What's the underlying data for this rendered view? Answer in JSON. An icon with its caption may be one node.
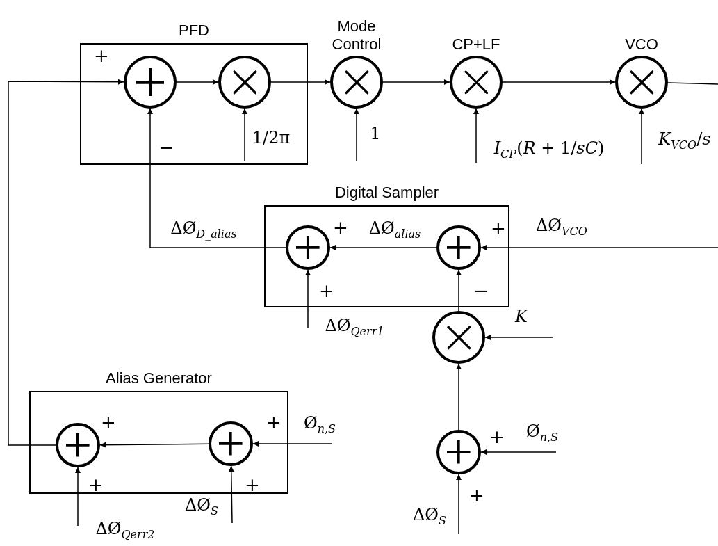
{
  "diagram": {
    "nodes": [
      {
        "text": [
          "PFD"
        ]
      },
      {
        "text": [],
        "shape": "circle",
        "in": 0,
        "beside": [
          "+",
          "−"
        ]
      },
      {
        "text": [],
        "shape": "circle",
        "in": 0
      },
      {
        "text": [
          "Mode Control"
        ]
      },
      {
        "text": [
          "CP+LF"
        ]
      },
      {
        "text": [
          "VCO"
        ]
      },
      {
        "text": [
          "Digital Sampler"
        ]
      },
      {
        "text": [],
        "shape": "circle",
        "in": 6,
        "beside": [
          "+",
          "+"
        ]
      },
      {
        "text": [],
        "shape": "circle",
        "in": 6,
        "beside": [
          "+",
          "−"
        ]
      },
      {
        "text": [],
        "shape": "circle"
      },
      {
        "text": [
          "Alias Generator"
        ]
      },
      {
        "text": [],
        "shape": "circle",
        "in": 10,
        "beside": [
          "+",
          "+"
        ]
      },
      {
        "text": [],
        "shape": "circle",
        "in": 10,
        "beside": [
          "+",
          "+"
        ]
      },
      {
        "text": [],
        "shape": "circle",
        "beside": [
          "+",
          "+"
        ]
      }
    ],
    "edges": [
      {
        "from": 11,
        "to": 1,
        "arrow": "to"
      },
      {
        "from": 1,
        "to": 2,
        "arrow": "to"
      },
      {
        "from": 2,
        "to": 3,
        "arrow": "to"
      },
      {
        "from": 3,
        "to": 4,
        "arrow": "to"
      },
      {
        "from": 4,
        "to": 5,
        "arrow": "to"
      },
      {
        "from": null,
        "to": 2,
        "arrow": "to",
        "label": "1/2π"
      },
      {
        "from": null,
        "to": 3,
        "arrow": "to",
        "label": "1"
      },
      {
        "from": null,
        "to": 4,
        "arrow": "to",
        "label": "*I*$_{CP}$(*R* + 1/*sC*)"
      },
      {
        "from": null,
        "to": 5,
        "arrow": "to",
        "label": "*K*$_{VCO}$/*s*"
      },
      {
        "from": 5,
        "to": null,
        "arrow": "none"
      },
      {
        "from": null,
        "to": 8,
        "arrow": "to",
        "label": "ΔØ$_{VCO}$"
      },
      {
        "from": 8,
        "to": 7,
        "arrow": "to",
        "label": "ΔØ$_{alias}$"
      },
      {
        "from": 7,
        "to": 1,
        "arrow": "to",
        "label": "ΔØ$_{D_alias}$"
      },
      {
        "from": null,
        "to": 7,
        "arrow": "to",
        "label": "ΔØ$_{Qerr1}$"
      },
      {
        "from": 9,
        "to": 8,
        "arrow": "to"
      },
      {
        "from": null,
        "to": 9,
        "arrow": "to",
        "label": "*K*"
      },
      {
        "from": 13,
        "to": 9,
        "arrow": "to"
      },
      {
        "from": null,
        "to": 13,
        "arrow": "to",
        "label": "Ø$_{n,S}$"
      },
      {
        "from": null,
        "to": 13,
        "arrow": "to",
        "label": "ΔØ$_{S}$"
      },
      {
        "from": 12,
        "to": 11,
        "arrow": "to"
      },
      {
        "from": null,
        "to": 12,
        "arrow": "to",
        "label": "Ø$_{n,S}$"
      },
      {
        "from": null,
        "to": 12,
        "arrow": "to",
        "label": "ΔØ$_{S}$"
      },
      {
        "from": null,
        "to": 11,
        "arrow": "to",
        "label": "ΔØ$_{Qerr2}$"
      }
    ]
  }
}
